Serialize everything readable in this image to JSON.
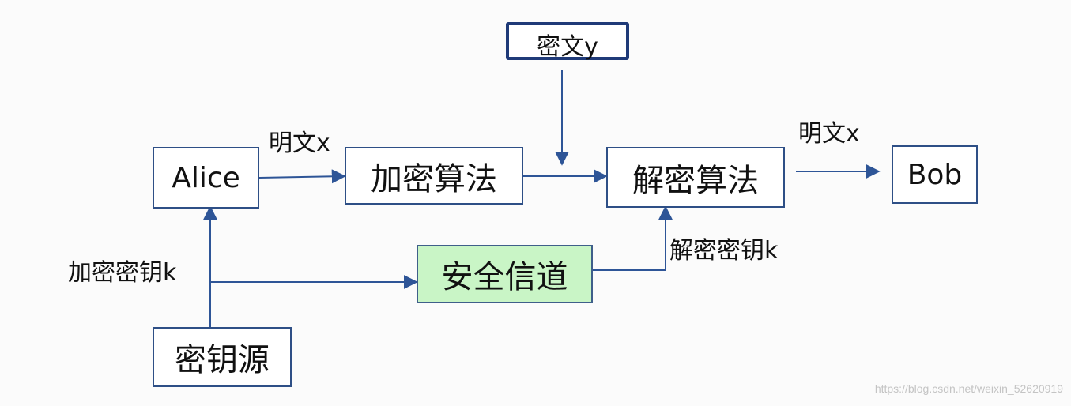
{
  "colors": {
    "border": "#2e4f86",
    "arrow": "#2e5597",
    "channel_fill": "#c9f5c6"
  },
  "nodes": {
    "alice": "Alice",
    "encrypt": "加密算法",
    "decrypt": "解密算法",
    "bob": "Bob",
    "channel": "安全信道",
    "key_source": "密钥源",
    "ciphertext": "密文y"
  },
  "edge_labels": {
    "plaintext_in": "明文x",
    "plaintext_out": "明文x",
    "enc_key": "加密密钥k",
    "dec_key": "解密密钥k"
  },
  "watermark": "https://blog.csdn.net/weixin_52620919"
}
